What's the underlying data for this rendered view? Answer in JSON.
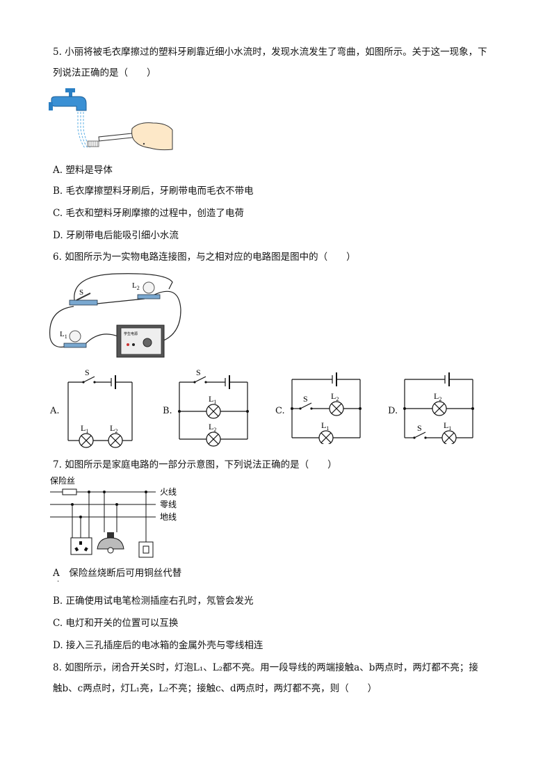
{
  "q5": {
    "stem_line1": "5. 小丽将被毛衣摩擦过的塑料牙刷靠近细小水流时，发现水流发生了弯曲，如图所示。关于这一现象，下",
    "stem_line2": "列说法正确的是（　　）",
    "options": [
      "A. 塑料是导体",
      "B. 毛衣摩擦塑料牙刷后，牙刷带电而毛衣不带电",
      "C. 毛衣和塑料牙刷摩擦的过程中，创造了电荷",
      "D. 牙刷带电后能吸引细小水流"
    ]
  },
  "q6": {
    "stem": "6. 如图所示为一实物电路连接图，与之相对应的电路图是图中的（　　）",
    "photo_labels": {
      "switch": "S",
      "lamp2": "L2",
      "lamp1": "L1",
      "device": "学生电源"
    },
    "option_letters": [
      "A.",
      "B.",
      "C.",
      "D."
    ],
    "symbols": {
      "switch": "S",
      "lamp1": "L1",
      "lamp2": "L2"
    }
  },
  "q7": {
    "stem": "7. 如图所示是家庭电路的一部分示意图，下列说法正确的是（　　）",
    "diagram": {
      "fuse": "保险丝",
      "live": "火线",
      "neutral": "零线",
      "ground": "地线"
    },
    "options": [
      "A　保险丝烧断后可用铜丝代替",
      "B. 正确使用试电笔检测插座右孔时，氖管会发光",
      "C. 电灯和开关的位置可以互换",
      "D. 接入三孔插座后的电冰箱的金属外壳与零线相连"
    ]
  },
  "q8": {
    "stem_line1": "8. 如图所示，闭合开关S时，灯泡L₁、L₂都不亮。用一段导线的两端接触a、b两点时，两灯都不亮；接",
    "stem_line2": "触b、c两点时，灯L₁亮，L₂不亮；接触c、d两点时，两灯都不亮，则（　　）"
  }
}
